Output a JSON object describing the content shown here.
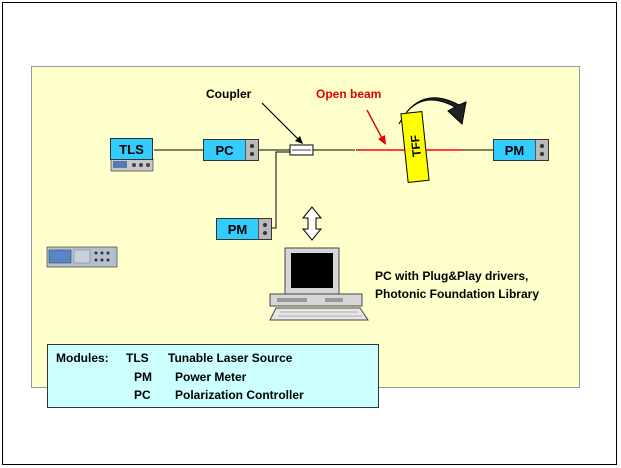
{
  "labels": {
    "coupler": "Coupler",
    "open_beam": "Open beam",
    "tff": "TFF",
    "pc_caption_line1": "PC with Plug&Play drivers,",
    "pc_caption_line2": "Photonic Foundation Library"
  },
  "modules": {
    "tls": "TLS",
    "pc": "PC",
    "pm_right": "PM",
    "pm_bottom": "PM"
  },
  "legend": {
    "heading": "Modules:",
    "items": [
      {
        "code": "TLS",
        "desc": "Tunable Laser Source"
      },
      {
        "code": "PM",
        "desc": "Power Meter"
      },
      {
        "code": "PC",
        "desc": "Polarization Controller"
      }
    ]
  },
  "colors": {
    "panel": "#ffffcc",
    "module": "#33ccff",
    "legend": "#ccffff",
    "beam": "#ff0000",
    "tff": "#ffff00"
  }
}
